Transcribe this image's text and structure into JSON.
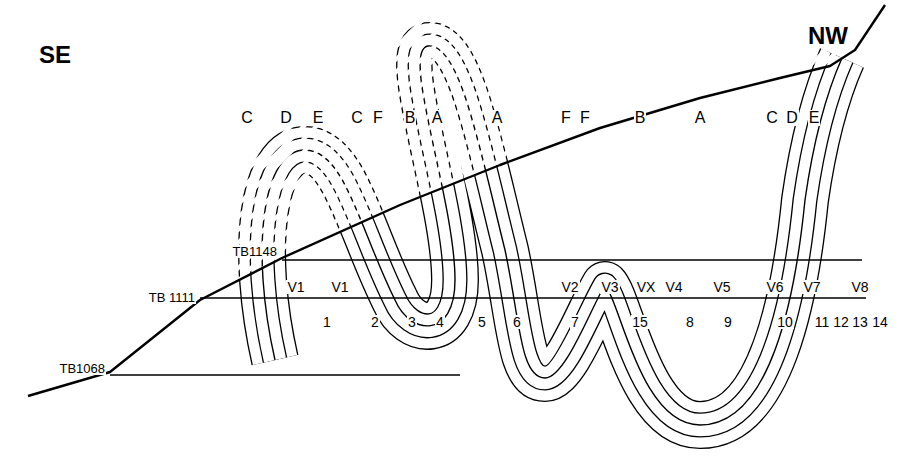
{
  "diagram": {
    "labels": [
      "SE",
      "NW",
      "C",
      "D",
      "E",
      "C",
      "F",
      "B",
      "A",
      "A",
      "F",
      "F",
      "B",
      "A",
      "C",
      "D",
      "E",
      "TB1148",
      "V1",
      "V1",
      "V2",
      "V3",
      "VX",
      "V4",
      "V5",
      "V6",
      "V7",
      "V8",
      "TB 1111",
      "1",
      "2",
      "3",
      "4",
      "5",
      "6",
      "7",
      "15",
      "8",
      "9",
      "10",
      "11",
      "12",
      "13",
      "14",
      "TB1068"
    ]
  }
}
